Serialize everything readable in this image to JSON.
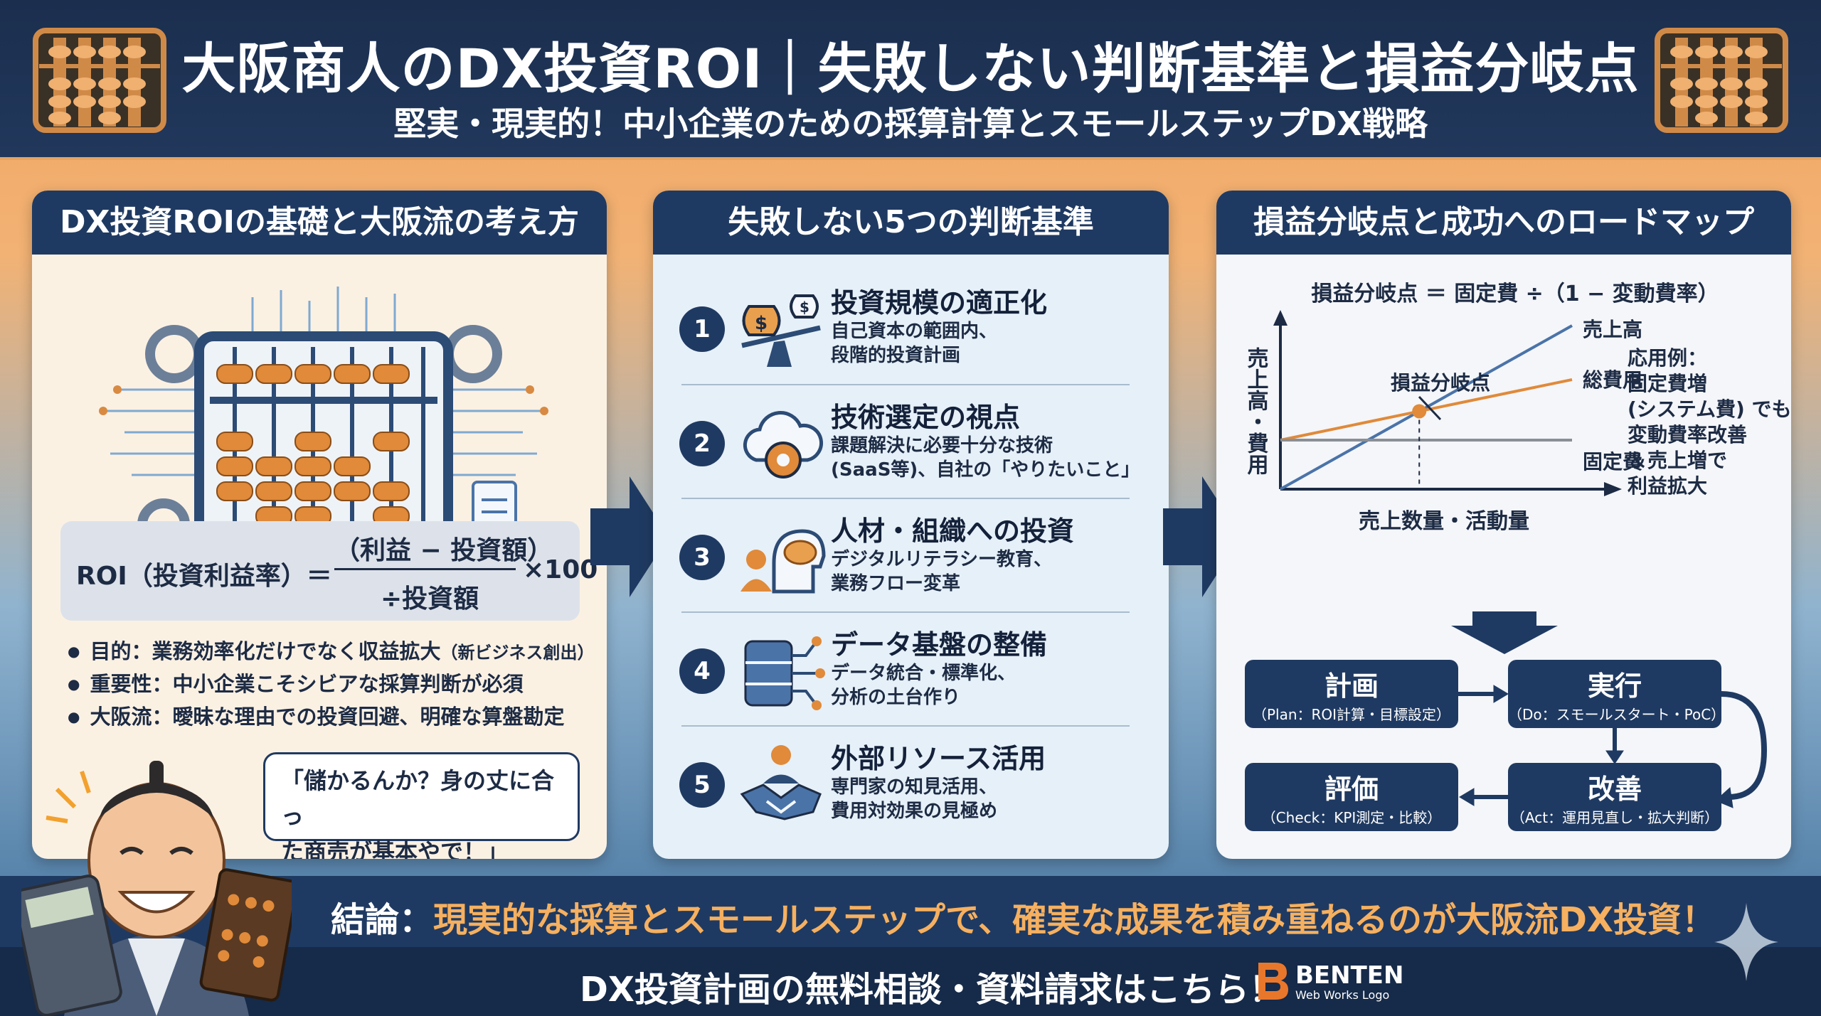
{
  "header": {
    "title": "大阪商人のDX投資ROI｜失敗しない判断基準と損益分岐点",
    "subtitle": "堅実・現実的！中小企業のための採算計算とスモールステップDX戦略"
  },
  "panel1": {
    "heading": "DX投資ROIの基礎と大阪流の考え方",
    "roi": {
      "lhs": "ROI（投資利益率）＝",
      "numerator": "（利益 − 投資額）",
      "denominator": "÷投資額",
      "multiplier": "×100"
    },
    "bullets": [
      {
        "label": "目的：業務効率化だけでなく収益拡大",
        "note": "（新ビジネス創出）"
      },
      {
        "label": "重要性：中小企業こそシビアな採算判断が必須",
        "note": ""
      },
      {
        "label": "大阪流：曖昧な理由での投資回避、明確な算盤勘定",
        "note": ""
      }
    ],
    "speech_line1": "「儲かるんか？身の丈に合っ",
    "speech_line2": "た商売が基本やで！」"
  },
  "panel2": {
    "heading": "失敗しない5つの判断基準",
    "criteria": [
      {
        "num": "1",
        "title": "投資規模の適正化",
        "desc1": "自己資本の範囲内、",
        "desc2": "段階的投資計画",
        "icon": "money-scale-icon"
      },
      {
        "num": "2",
        "title": "技術選定の視点",
        "desc1": "課題解決に必要十分な技術",
        "desc2": "(SaaS等)、自社の「やりたいこと」",
        "icon": "cloud-gear-icon"
      },
      {
        "num": "3",
        "title": "人材・組織への投資",
        "desc1": "デジタルリテラシー教育、",
        "desc2": "業務フロー変革",
        "icon": "people-brain-icon"
      },
      {
        "num": "4",
        "title": "データ基盤の整備",
        "desc1": "データ統合・標準化、",
        "desc2": "分析の土台作り",
        "icon": "database-icon"
      },
      {
        "num": "5",
        "title": "外部リソース活用",
        "desc1": "専門家の知見活用、",
        "desc2": "費用対効果の見極め",
        "icon": "handshake-icon"
      }
    ]
  },
  "panel3": {
    "heading": "損益分岐点と成功へのロードマップ",
    "pdca": {
      "plan": {
        "title": "計画",
        "sub": "（Plan：ROI計算・目標設定）"
      },
      "do": {
        "title": "実行",
        "sub": "（Do：スモールスタート・PoC）"
      },
      "check": {
        "title": "評価",
        "sub": "（Check：KPI測定・比較）"
      },
      "act": {
        "title": "改善",
        "sub": "（Act：運用見直し・拡大判断）"
      }
    }
  },
  "chart_data": {
    "type": "line",
    "title": "損益分岐点 ＝ 固定費 ÷（1 − 変動費率）",
    "xlabel": "売上数量・活動量",
    "ylabel": "売上高・費用",
    "series": [
      {
        "name": "売上高",
        "x": [
          0,
          10
        ],
        "values": [
          0,
          10
        ]
      },
      {
        "name": "総費用",
        "x": [
          0,
          10
        ],
        "values": [
          3,
          6.7
        ]
      },
      {
        "name": "固定費",
        "x": [
          0,
          10
        ],
        "values": [
          3,
          3
        ]
      }
    ],
    "annotations": [
      "損益分岐点"
    ],
    "side_note": [
      "応用例：",
      "固定費増",
      "(システム費) でも",
      "変動費率改善",
      "＆売上増で",
      "利益拡大"
    ],
    "grid": false,
    "colors": {
      "売上高": "#4a73a8",
      "総費用": "#e08a3a",
      "固定費": "#8a8f96"
    }
  },
  "conclusion": {
    "label": "結論：",
    "text": "現実的な採算とスモールステップで、確実な成果を積み重ねるのが大阪流DX投資！"
  },
  "footer": {
    "cta": "DX投資計画の無料相談・資料請求はこちら！",
    "logo_name": "BENTEN",
    "logo_sub": "Web Works Logo"
  },
  "colors": {
    "navy": "#1f3a62",
    "orange": "#f6b05f",
    "accent_orange": "#e08a3a"
  }
}
